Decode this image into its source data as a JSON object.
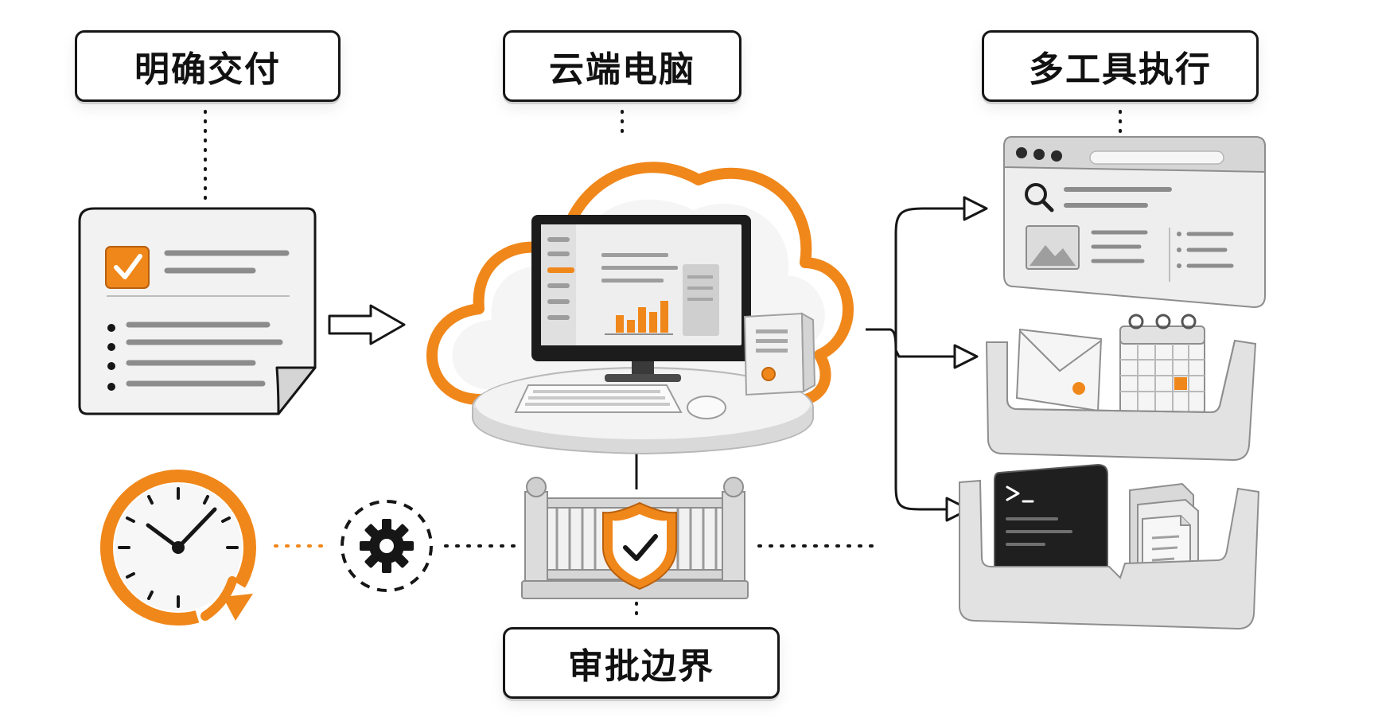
{
  "labels": {
    "delivery": "明确交付",
    "cloud": "云端电脑",
    "tools": "多工具执行",
    "approval": "审批边界"
  },
  "colors": {
    "accent": "#F0871A",
    "ink": "#161616",
    "panel_gray": "#E4E4E4",
    "line_gray": "#8C8C8C"
  },
  "icons": {
    "document": "checklist-document-icon",
    "cloud_computer": "cloud-computer-icon",
    "browser": "browser-window-icon",
    "mail_calendar": "mail-and-calendar-tray-icon",
    "terminal_files": "terminal-and-files-tray-icon",
    "clock": "scheduled-clock-icon",
    "gear": "gear-icon",
    "gate": "shield-gate-icon"
  }
}
